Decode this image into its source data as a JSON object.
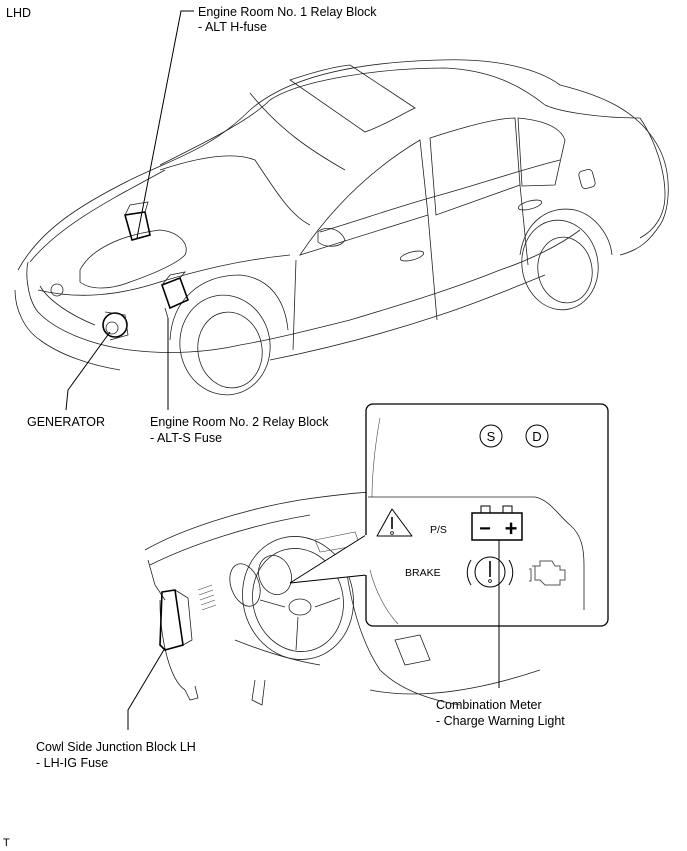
{
  "diagram": {
    "corner_label": "LHD",
    "footer_mark": "T",
    "callouts": [
      {
        "id": "er1",
        "title": "Engine Room No. 1 Relay Block",
        "detail": "- ALT H-fuse"
      },
      {
        "id": "generator",
        "title": "GENERATOR",
        "detail": ""
      },
      {
        "id": "er2",
        "title": "Engine Room No. 2 Relay Block",
        "detail": "- ALT-S Fuse"
      },
      {
        "id": "combo",
        "title": "Combination Meter",
        "detail": "- Charge Warning Light"
      },
      {
        "id": "cowl",
        "title": "Cowl Side Junction Block LH",
        "detail": "- LH-IG Fuse"
      }
    ],
    "meter_inset": {
      "indicators": [
        {
          "symbol": "S",
          "meaning": "sport-mode-indicator"
        },
        {
          "symbol": "D",
          "meaning": "drive-indicator"
        }
      ],
      "ps_label": "P/S",
      "brake_label": "BRAKE",
      "battery_minus": "−",
      "battery_plus": "+"
    }
  }
}
